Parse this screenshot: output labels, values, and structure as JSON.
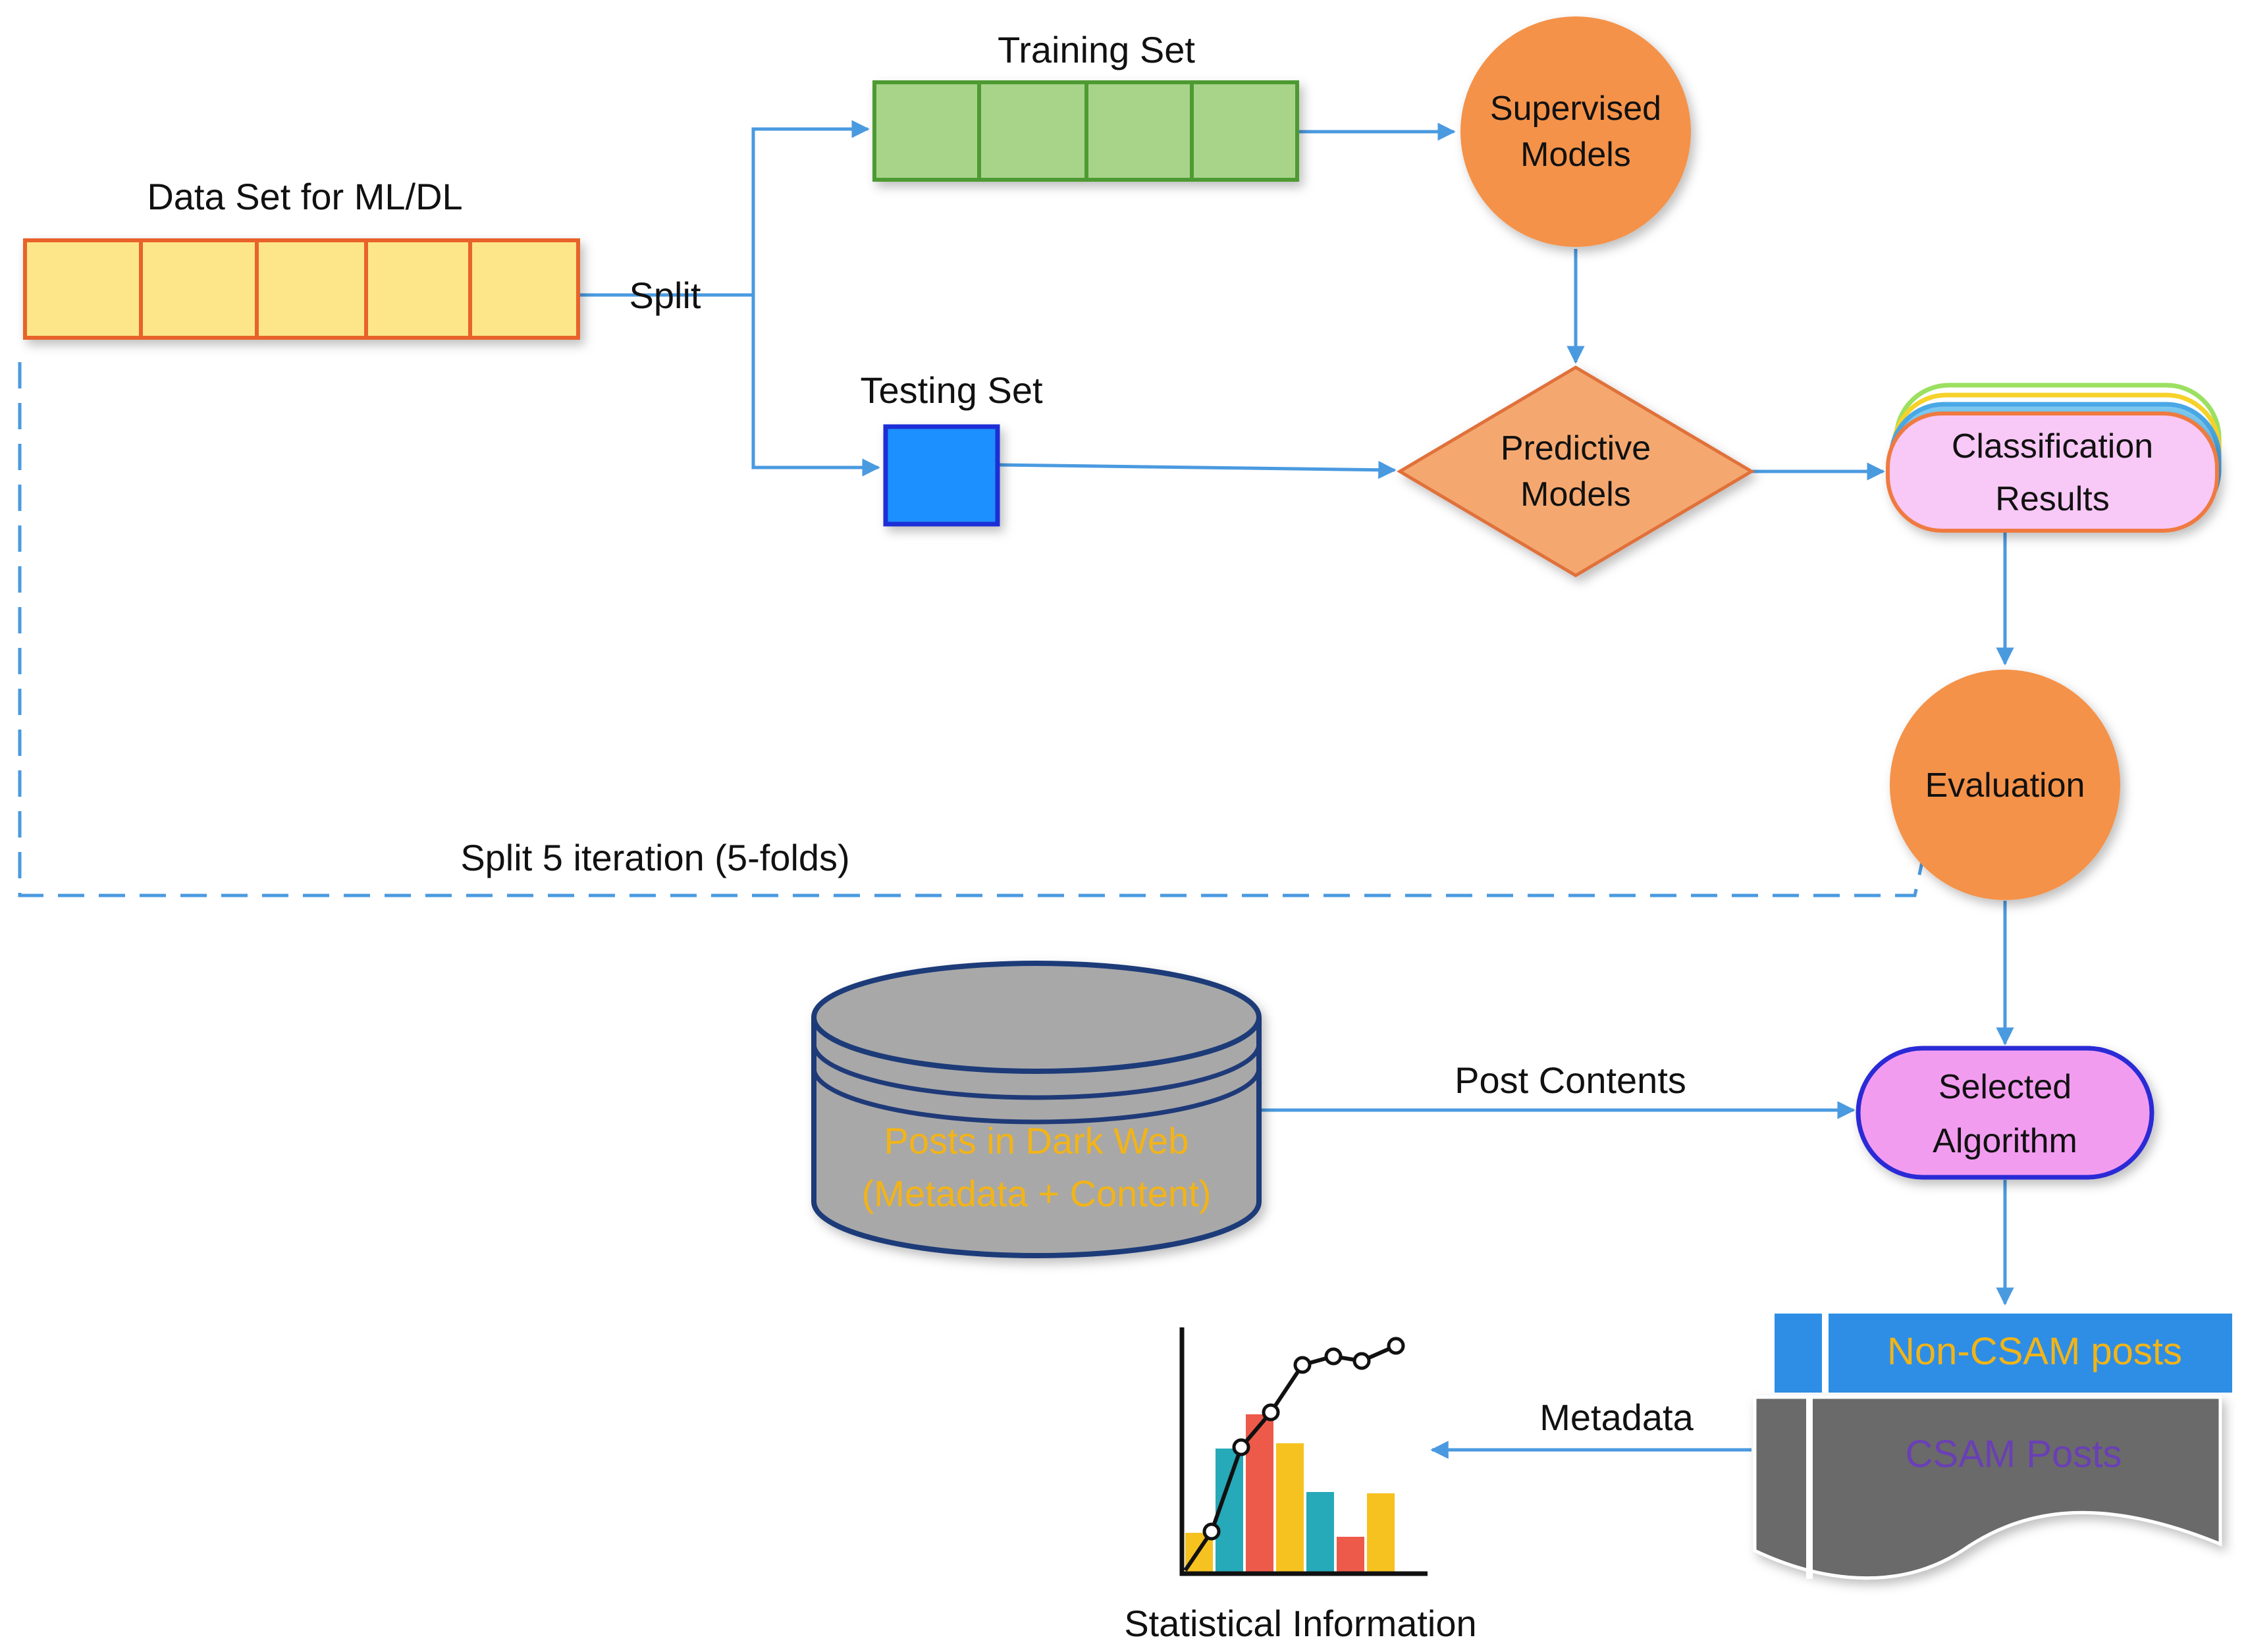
{
  "nodes": {
    "dataset": "Data Set for ML/DL",
    "training": "Training Set",
    "testing": "Testing Set",
    "supervised": [
      "Supervised",
      "Models"
    ],
    "predictive": [
      "Predictive",
      "Models"
    ],
    "classification": [
      "Classification",
      "Results"
    ],
    "evaluation": "Evaluation",
    "database": [
      "Posts in Dark Web",
      "(Metadata + Content)"
    ],
    "selected": [
      "Selected",
      "Algorithm"
    ],
    "non_csam": "Non-CSAM posts",
    "csam": "CSAM Posts",
    "statistical": "Statistical Information"
  },
  "edges": {
    "split": "Split",
    "iteration": "Split 5 iteration (5-folds)",
    "post_contents": "Post Contents",
    "metadata": "Metadata"
  },
  "colors": {
    "dataset_fill": "#fde68a",
    "dataset_stroke": "#e8622a",
    "training_fill": "#a8d48a",
    "training_stroke": "#4e9a32",
    "testing_fill": "#1e90ff",
    "testing_stroke": "#1b2fd6",
    "orange": "#f4924a",
    "selected_fill": "#f29cf0",
    "selected_stroke": "#2a2ad6",
    "database_text": "#f3b417",
    "non_csam_text": "#f3b417",
    "csam_text": "#6a3fb5",
    "arrow": "#4a9ae0"
  },
  "icons": [
    "bar-line-chart-icon",
    "database-cylinder-icon",
    "document-stack-icon"
  ]
}
